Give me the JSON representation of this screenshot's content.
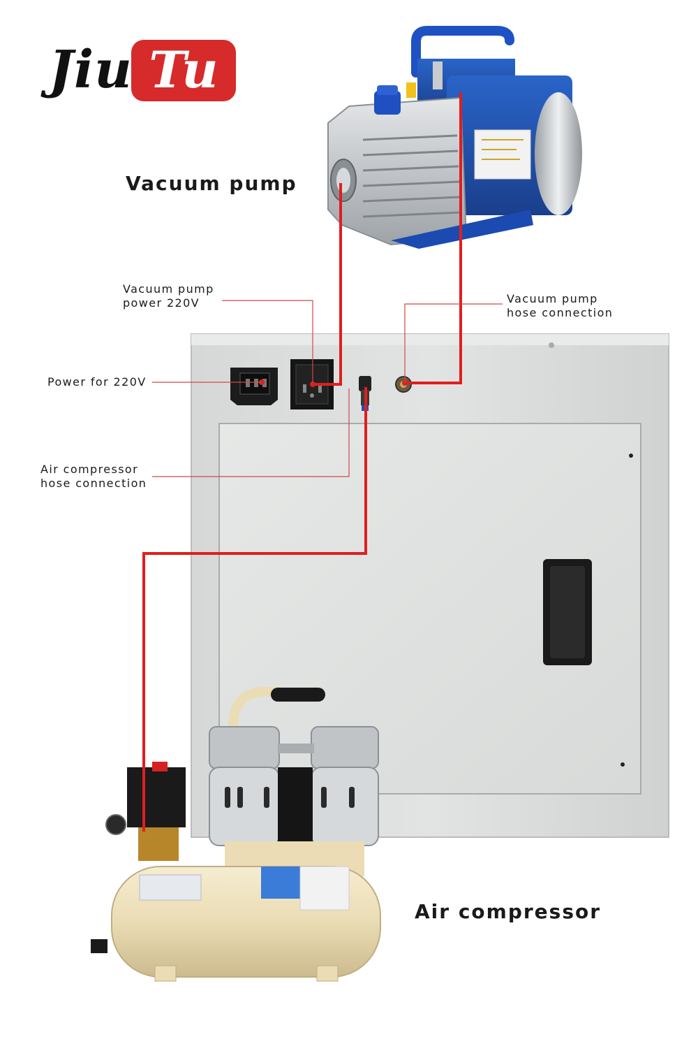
{
  "brand": {
    "part1": "Jiu",
    "part2": "Tu"
  },
  "labels": {
    "vacuum_pump": "Vacuum pump",
    "air_compressor": "Air compressor",
    "vacuum_pump_power": [
      "Vacuum pump",
      "power 220V"
    ],
    "vacuum_pump_hose": [
      "Vacuum pump",
      "hose connection"
    ],
    "power_220v": "Power for 220V",
    "air_compressor_hose": [
      "Air compressor",
      "hose connection"
    ]
  },
  "colors": {
    "connection_line": "#e01e1e",
    "leader_line": "#d04848",
    "cabinet": "#dcdedd",
    "brand_red": "#d72a2a"
  }
}
